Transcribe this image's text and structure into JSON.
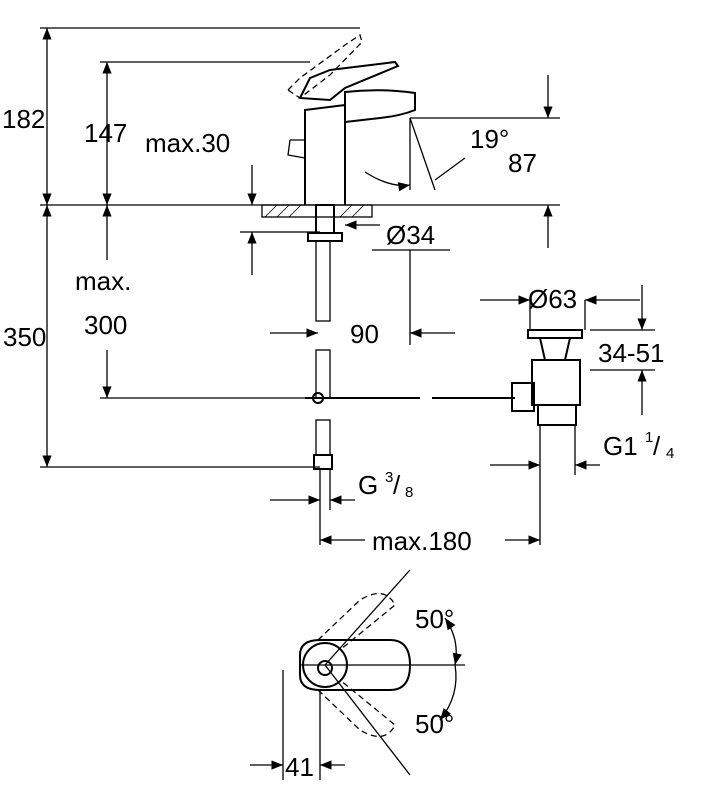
{
  "drawing": {
    "dims": {
      "total_height": "182",
      "spout_height": "147",
      "max_30": "max.30",
      "spout_angle": "19°",
      "spout_reach": "87",
      "hole_diameter": "Ø34",
      "max_label": "max.",
      "max_300": "300",
      "height_350": "350",
      "offset_90": "90",
      "drain_diameter": "Ø63",
      "drain_range": "34-51",
      "drain_thread_main": "G1",
      "drain_thread_num": "1",
      "drain_thread_den": "4",
      "hose_thread_main": "G",
      "hose_thread_num": "3",
      "hose_thread_den": "8",
      "max_180": "max.180",
      "lever_angle_top": "50°",
      "lever_angle_bottom": "50°",
      "lever_offset": "41"
    }
  }
}
